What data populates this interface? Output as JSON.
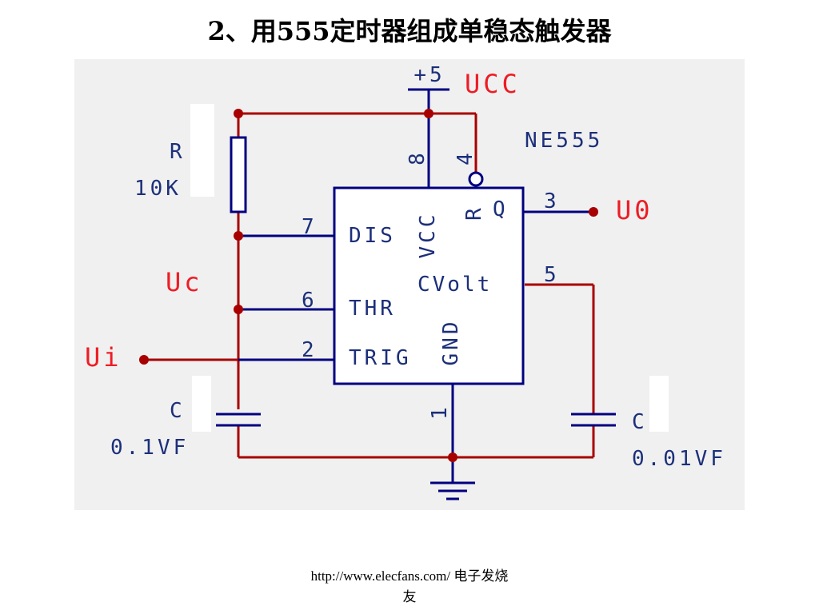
{
  "title": "2、用555定时器组成单稳态触发器",
  "footer": {
    "line1": "http://www.elecfans.com/ 电子发烧",
    "line2": "友"
  },
  "colors": {
    "wire_red": "#a80000",
    "wire_blue": "#000080",
    "label_red": "#ee1c24",
    "label_navy": "#1c2f7a",
    "panel": "#f0f0f0",
    "white": "#ffffff"
  },
  "diagram": {
    "supply": "+5",
    "supply_name": "UCC",
    "chip_name": "NE555",
    "resistor": {
      "name": "R",
      "value": "10K"
    },
    "cap_left": {
      "name": "C",
      "value": "0.1VF"
    },
    "cap_right": {
      "name": "C",
      "value": "0.01VF"
    },
    "inputs": {
      "uc": "Uc",
      "ui": "Ui"
    },
    "output": "U0",
    "pins": {
      "dis": {
        "num": "7",
        "label": "DIS"
      },
      "thr": {
        "num": "6",
        "label": "THR"
      },
      "trig": {
        "num": "2",
        "label": "TRIG"
      },
      "q": {
        "num": "3",
        "label": "Q"
      },
      "cvolt": {
        "num": "5",
        "label": "CVolt"
      },
      "gnd": {
        "num": "1",
        "label": "GND"
      },
      "vcc": {
        "num": "8",
        "label": "VCC"
      },
      "reset": {
        "num": "4",
        "label": "R"
      }
    }
  }
}
